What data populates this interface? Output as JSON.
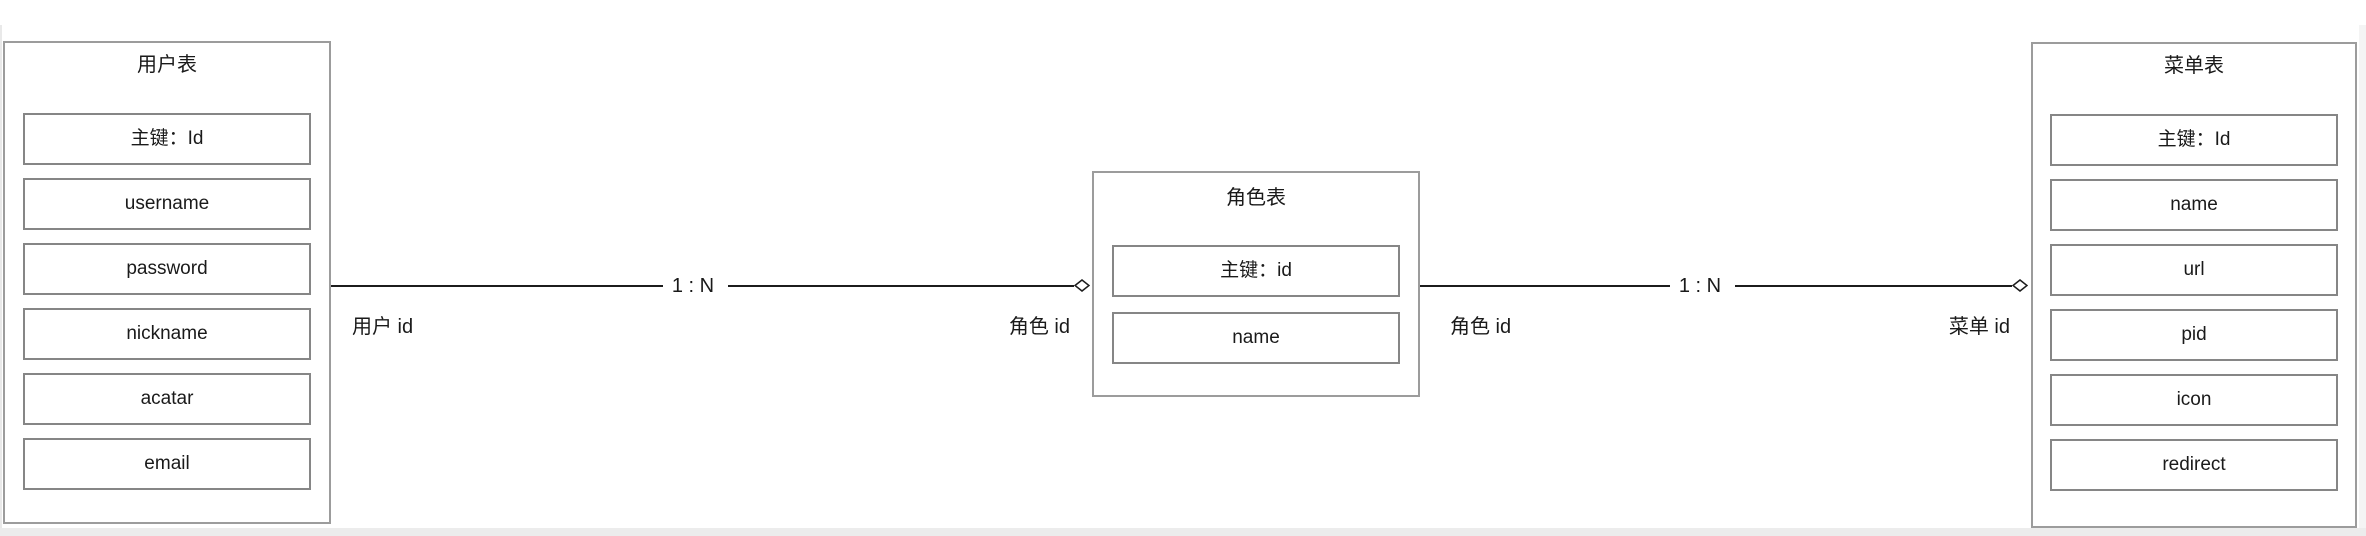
{
  "tables": {
    "user": {
      "title": "用户表",
      "fields": [
        "主键：Id",
        "username",
        "password",
        "nickname",
        "acatar",
        "email"
      ]
    },
    "role": {
      "title": "角色表",
      "fields": [
        "主键：id",
        "name"
      ]
    },
    "menu": {
      "title": "菜单表",
      "fields": [
        "主键：Id",
        "name",
        "url",
        "pid",
        "icon",
        "redirect"
      ]
    }
  },
  "relations": {
    "user_role": {
      "cardinality": "1 : N",
      "source_key_label": "用户 id",
      "target_key_label": "角色 id"
    },
    "role_menu": {
      "cardinality": "1 : N",
      "source_key_label": "角色 id",
      "target_key_label": "菜单 id"
    }
  },
  "colors": {
    "canvas_bg": "#ffffff",
    "table_border": "#9c9c9c",
    "field_border": "#868686",
    "relation_line": "#1c1c1c",
    "text": "#1a1a1a",
    "edge_strip": "#ececec"
  }
}
